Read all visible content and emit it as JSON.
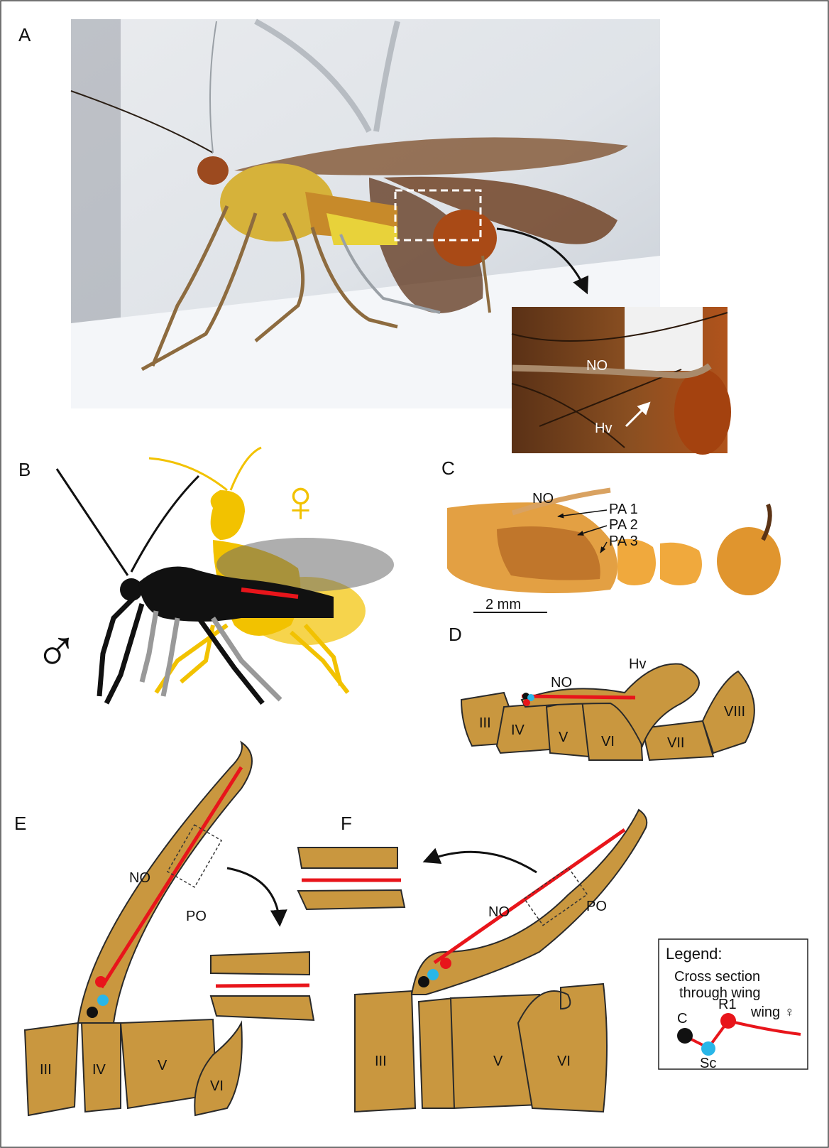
{
  "panels": {
    "A": {
      "letter": "A",
      "inset_labels": {
        "no": "NO",
        "hv": "Hv"
      }
    },
    "B": {
      "letter": "B",
      "male_symbol": "♂",
      "female_symbol": "♀"
    },
    "C": {
      "letter": "C",
      "labels": {
        "no": "NO",
        "pa1": "PA 1",
        "pa2": "PA 2",
        "pa3": "PA 3"
      },
      "scale_bar": "2 mm"
    },
    "D": {
      "letter": "D",
      "labels": {
        "no": "NO",
        "hv": "Hv"
      },
      "segments": [
        "III",
        "IV",
        "V",
        "VI",
        "VII",
        "VIII"
      ]
    },
    "E": {
      "letter": "E",
      "labels": {
        "no": "NO",
        "po": "PO"
      },
      "segments": [
        "III",
        "IV",
        "V",
        "VI"
      ]
    },
    "F": {
      "letter": "F",
      "labels": {
        "no": "NO",
        "po": "PO"
      },
      "segments": [
        "III",
        "V",
        "VI"
      ]
    }
  },
  "legend": {
    "title": "Legend:",
    "subtitle_line1": "Cross section",
    "subtitle_line2": "through wing",
    "c": "C",
    "sc": "Sc",
    "r1": "R1",
    "wing": "wing ♀"
  },
  "colors": {
    "segment_fill": "#c9973f",
    "vein_red": "#e8151b",
    "sc_blue": "#29b6e8",
    "c_black": "#111111",
    "female_yellow": "#f2c200",
    "photo_bg": "#dfe3e8"
  }
}
